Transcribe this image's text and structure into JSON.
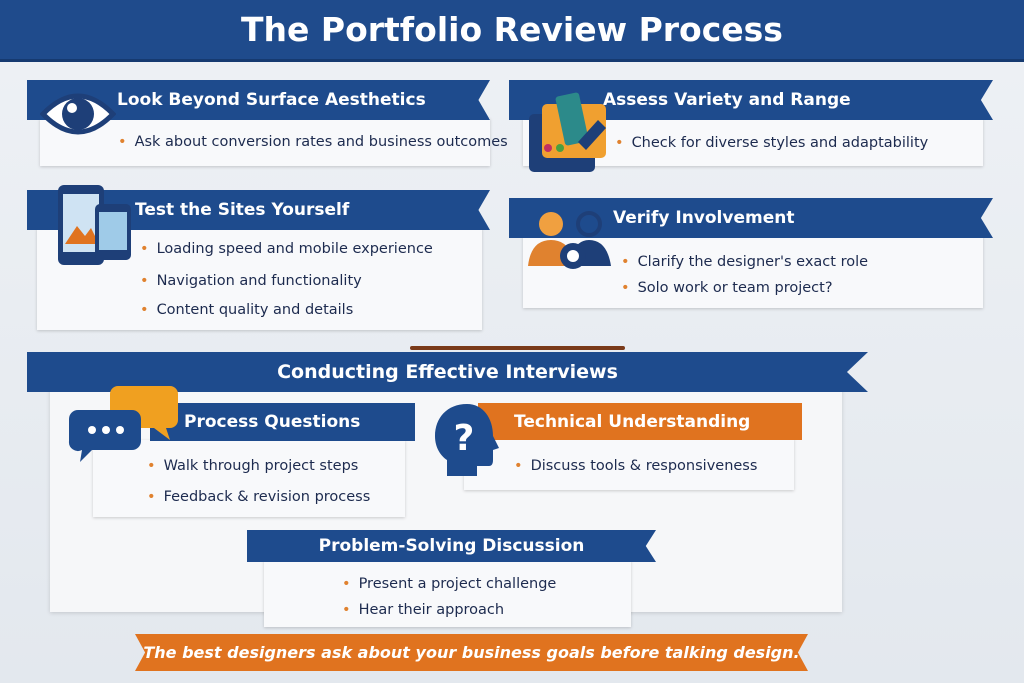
{
  "title": "The Portfolio Review Process",
  "cards": [
    {
      "heading": "Look Beyond Surface Aesthetics",
      "icon": "eye-icon",
      "items": [
        "Ask about conversion rates and business outcomes"
      ]
    },
    {
      "heading": "Assess Variety and Range",
      "icon": "portfolio-icon",
      "items": [
        "Check for diverse styles and adaptability"
      ]
    },
    {
      "heading": "Test the Sites Yourself",
      "icon": "devices-icon",
      "items": [
        "Loading speed and mobile experience",
        "Navigation and functionality",
        "Content quality and details"
      ]
    },
    {
      "heading": "Verify Involvement",
      "icon": "team-icon",
      "items": [
        "Clarify the designer's exact role",
        "Solo work or team project?"
      ]
    }
  ],
  "interviews": {
    "heading": "Conducting Effective Interviews",
    "process": {
      "heading": "Process Questions",
      "items": [
        "Walk through project steps",
        "Feedback & revision process"
      ]
    },
    "technical": {
      "heading": "Technical Understanding",
      "items": [
        "Discuss tools & responsiveness"
      ]
    },
    "problem": {
      "heading": "Problem-Solving Discussion",
      "items": [
        "Present a project challenge",
        "Hear their approach"
      ]
    }
  },
  "footer": "The best designers ask about your business goals before talking design.",
  "colors": {
    "navy": "#1e4b8d",
    "orange": "#e0731f",
    "text": "#1d2b4f"
  }
}
